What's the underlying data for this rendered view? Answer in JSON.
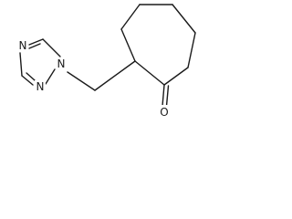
{
  "molecule": {
    "atoms": {
      "n_triazole_top": "N",
      "n_triazole_left": "N",
      "n_triazole_attach": "N",
      "o_ketone": "O"
    },
    "colors": {
      "bond": "#1a1a1a",
      "label": "#1a1a1a",
      "background": "#ffffff"
    }
  }
}
